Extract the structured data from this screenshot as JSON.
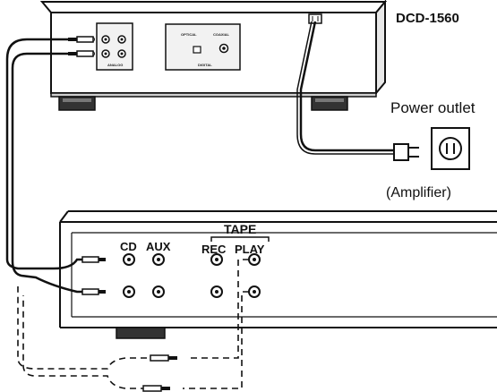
{
  "cd_player": {
    "model": "DCD-1560",
    "jack_labels": [
      "ANALOG",
      "OPTICAL",
      "COAXIAL",
      "DIGITAL"
    ]
  },
  "power": {
    "outlet_label": "Power outlet",
    "outlet_symbol": "(I I)",
    "amplifier_label": "(Amplifier)"
  },
  "amplifier": {
    "input_labels": [
      "CD",
      "AUX"
    ],
    "tape_label": "TAPE",
    "tape_sub_labels": [
      "REC",
      "PLAY"
    ]
  },
  "colors": {
    "line": "#111111",
    "background": "#ffffff"
  }
}
